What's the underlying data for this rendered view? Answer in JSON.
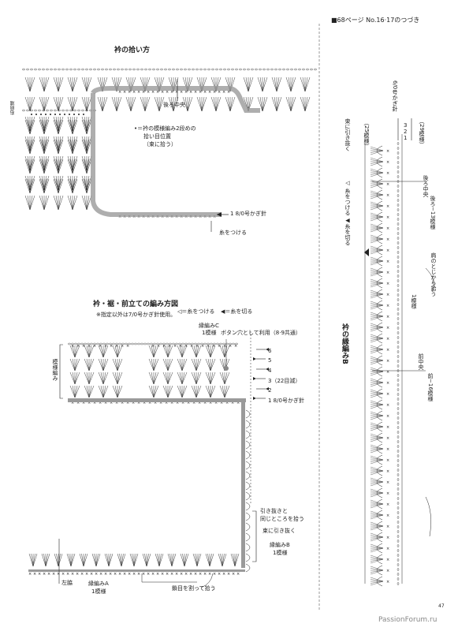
{
  "header": {
    "ref": "■68ページ No.16·17のつづき"
  },
  "collar_pickup": {
    "title": "衿の拾い方",
    "left_edge_label": "右前端",
    "back_center": "後ろ中央",
    "note_line1": "•＝衿の模様編み2段めの",
    "note_line2": "拾い目位置",
    "note_line3": "（束に拾う）",
    "row1_label": "1 8/0号かぎ針",
    "attach_label": "糸をつける"
  },
  "edging_chart": {
    "title": "衿・裾・前立ての編み方図",
    "subtitle": "※指定以外は7/0号かぎ針使用。",
    "legend_attach": "◁＝糸をつける",
    "legend_cut": "◀＝糸を切る",
    "pattern_c_line1": "縁編みC",
    "pattern_c_line2": "1模様",
    "buttonhole": "ボタン穴として利用（8·9共通）",
    "pattern_label": "模様編み",
    "rows": [
      "6",
      "5",
      "4",
      "3（22目減）",
      "2",
      "1 8/0号かぎ針"
    ],
    "slip_same_line1": "引き抜きと",
    "slip_same_line2": "同じところを拾う",
    "slip_bundle": "束に引き抜く",
    "pattern_b_line1": "縁編みB",
    "pattern_b_line2": "1模様",
    "left_side": "左脇",
    "pattern_a_line1": "縁編みA",
    "pattern_a_line2": "1模様",
    "split_chain": "鎖目を割って拾う"
  },
  "collar_edging_b": {
    "title": "衿の縁編みB",
    "hook_label": "6/0号かぎ針",
    "rows": [
      "3",
      "2",
      "1"
    ],
    "count_25": "（25模様）",
    "count_29": "（29模様）",
    "slip_bundle": "束に引き抜く",
    "cut_attach": "◁ 糸をつける ◀糸を切る",
    "back_center": "後ろ中央",
    "back_13": "後ろ−13模様",
    "shoulder": "肩のとじから拾う",
    "one_pattern": "1模様",
    "front_center": "前中央",
    "front_16": "前−16模様"
  },
  "footer": {
    "page": "47",
    "watermark": "PassionForum.ru"
  },
  "colors": {
    "ink": "#222222",
    "grey_band": "#9a9a9a",
    "paper": "#ffffff"
  }
}
